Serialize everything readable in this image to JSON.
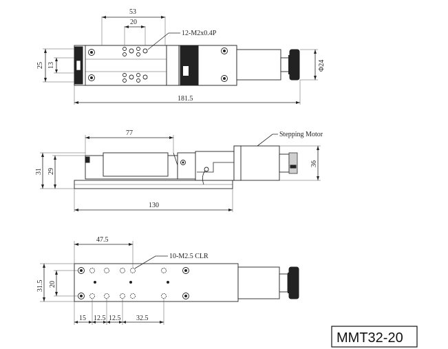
{
  "top_view": {
    "dim_53": "53",
    "dim_20": "20",
    "dim_25": "25",
    "dim_13": "13",
    "dim_181_5": "181.5",
    "dim_dia24": "Φ24",
    "callout_holes": "12-M2x0.4P"
  },
  "side_view": {
    "dim_77": "77",
    "dim_31": "31",
    "dim_29": "29",
    "dim_36": "36",
    "dim_130": "130",
    "callout_motor": "Stepping Motor"
  },
  "bottom_view": {
    "dim_47_5": "47.5",
    "dim_31_5": "31.5",
    "dim_20": "20",
    "dim_15": "15",
    "dim_12_5_a": "12.5",
    "dim_12_5_b": "12.5",
    "dim_32_5": "32.5",
    "callout_clr": "10-M2.5 CLR"
  },
  "model_label": "MMT32-20"
}
